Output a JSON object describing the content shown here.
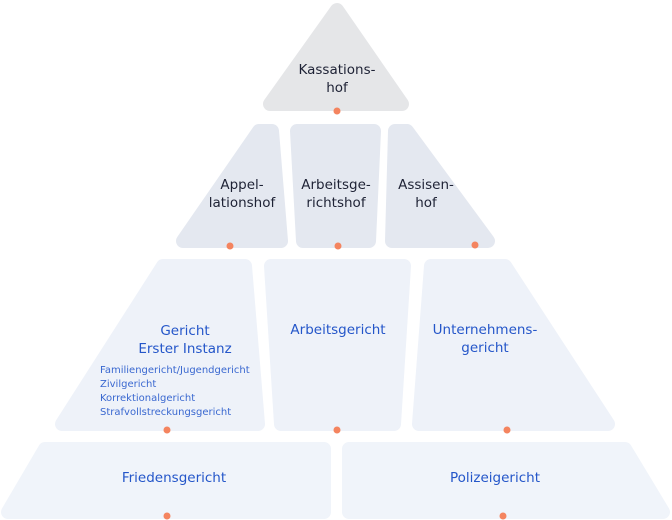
{
  "colors": {
    "top": "#e5e6e8",
    "row2": "#e4e8f0",
    "row3": "#eef2f9",
    "row4": "#f0f4fa",
    "connector": "#f4845f",
    "dark_text": "#1e2235",
    "blue_text": "#2456c9"
  },
  "levels": {
    "kassationshof": [
      "Kassations-",
      "hof"
    ],
    "appel": [
      "Appel-",
      "lationshof"
    ],
    "arbeitsgerichtshof": [
      "Arbeitsge-",
      "richtshof"
    ],
    "assisen": [
      "Assisen-",
      "hof"
    ],
    "erste_instanz": [
      "Gericht",
      "Erster Instanz"
    ],
    "erste_instanz_sub": [
      "Familiengericht/Jugendgericht",
      "Zivilgericht",
      "Korrektionalgericht",
      "Strafvollstreckungsgericht"
    ],
    "arbeitsgericht": [
      "Arbeitsgericht"
    ],
    "unternehmen": [
      "Unternehmens-",
      "gericht"
    ],
    "frieden": [
      "Friedensgericht"
    ],
    "polizei": [
      "Polizeigericht"
    ]
  }
}
